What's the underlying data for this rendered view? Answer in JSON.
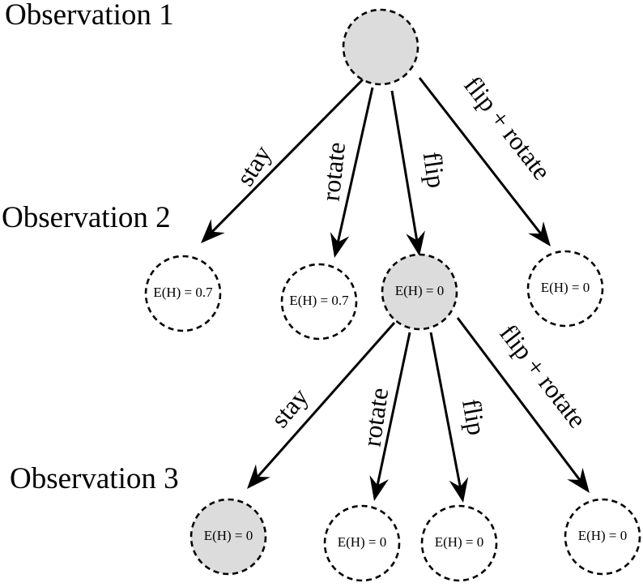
{
  "colors": {
    "selected_fill": "#dcdcdc",
    "default_fill": "#ffffff",
    "stroke": "#000000"
  },
  "levels": [
    {
      "label": "Observation 1"
    },
    {
      "label": "Observation 2"
    },
    {
      "label": "Observation 3"
    }
  ],
  "nodes": [
    {
      "id": "root",
      "level": 1,
      "text": "",
      "selected": true
    },
    {
      "id": "l2-stay",
      "level": 2,
      "text": "E(H) = 0.7",
      "selected": false
    },
    {
      "id": "l2-rotate",
      "level": 2,
      "text": "E(H) = 0.7",
      "selected": false
    },
    {
      "id": "l2-flip",
      "level": 2,
      "text": "E(H) = 0",
      "selected": true
    },
    {
      "id": "l2-flip-rotate",
      "level": 2,
      "text": "E(H) = 0",
      "selected": false
    },
    {
      "id": "l3-stay",
      "level": 3,
      "text": "E(H) = 0",
      "selected": true
    },
    {
      "id": "l3-rotate",
      "level": 3,
      "text": "E(H) = 0",
      "selected": false
    },
    {
      "id": "l3-flip",
      "level": 3,
      "text": "E(H) = 0",
      "selected": false
    },
    {
      "id": "l3-flip-rotate",
      "level": 3,
      "text": "E(H) = 0",
      "selected": false
    }
  ],
  "edges": [
    {
      "from": "root",
      "to": "l2-stay",
      "label": "stay"
    },
    {
      "from": "root",
      "to": "l2-rotate",
      "label": "rotate"
    },
    {
      "from": "root",
      "to": "l2-flip",
      "label": "flip"
    },
    {
      "from": "root",
      "to": "l2-flip-rotate",
      "label": "flip + rotate"
    },
    {
      "from": "l2-flip",
      "to": "l3-stay",
      "label": "stay"
    },
    {
      "from": "l2-flip",
      "to": "l3-rotate",
      "label": "rotate"
    },
    {
      "from": "l2-flip",
      "to": "l3-flip",
      "label": "flip"
    },
    {
      "from": "l2-flip",
      "to": "l3-flip-rotate",
      "label": "flip + rotate"
    }
  ]
}
